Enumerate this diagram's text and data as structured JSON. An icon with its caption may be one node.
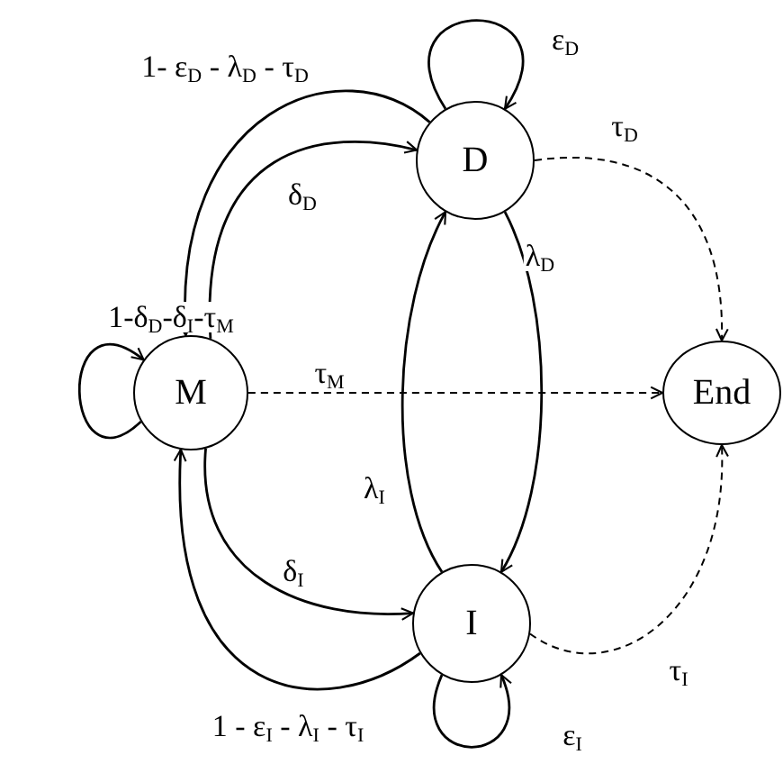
{
  "diagram": {
    "nodes": [
      {
        "text": [
          "M"
        ]
      },
      {
        "text": [
          "D"
        ]
      },
      {
        "text": [
          "I"
        ]
      },
      {
        "text": [
          "End"
        ]
      }
    ],
    "edges": [
      {
        "from": 0,
        "to": 0,
        "arrow": "to",
        "label": "1-δ$_{D}$-δ$_{I}$-τ$_{M}$"
      },
      {
        "from": 1,
        "to": 0,
        "arrow": "to",
        "label": "1- ε$_{D}$ - λ$_{D}$ - τ$_{D}$"
      },
      {
        "from": 0,
        "to": 1,
        "arrow": "to",
        "label": "δ$_{D}$"
      },
      {
        "from": 1,
        "to": 1,
        "arrow": "to",
        "label": "ε$_{D}$"
      },
      {
        "from": 1,
        "to": 2,
        "arrow": "to",
        "label": "λ$_{D}$"
      },
      {
        "from": 2,
        "to": 1,
        "arrow": "to",
        "label": "λ$_{I}$"
      },
      {
        "from": 0,
        "to": 3,
        "arrow": "to",
        "label": "τ$_{M}$",
        "style": "dashed"
      },
      {
        "from": 1,
        "to": 3,
        "arrow": "to",
        "label": "τ$_{D}$",
        "style": "dashed"
      },
      {
        "from": 2,
        "to": 3,
        "arrow": "to",
        "label": "τ$_{I}$",
        "style": "dashed"
      },
      {
        "from": 0,
        "to": 2,
        "arrow": "to",
        "label": "δ$_{I}$"
      },
      {
        "from": 2,
        "to": 0,
        "arrow": "to",
        "label": "1 - ε$_{I}$ - λ$_{I}$ - τ$_{I}$"
      },
      {
        "from": 2,
        "to": 2,
        "arrow": "to",
        "label": "ε$_{I}$"
      }
    ]
  }
}
